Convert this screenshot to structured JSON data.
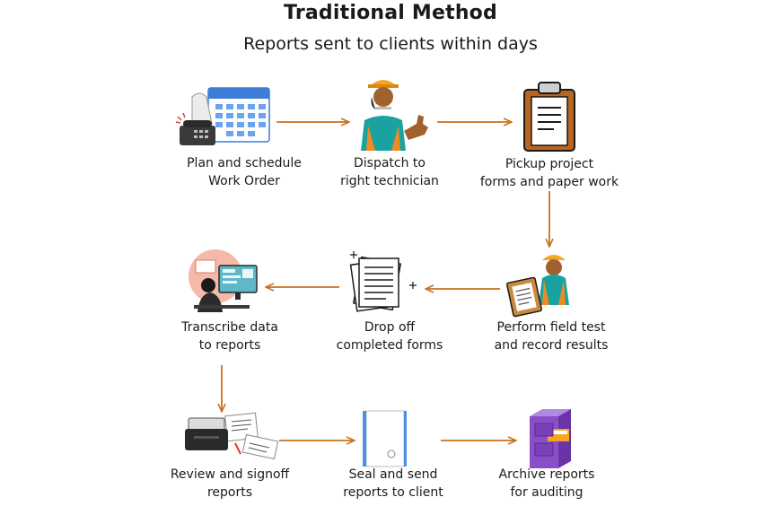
{
  "header": {
    "title": "Traditional Method",
    "subtitle": "Reports sent to clients within days"
  },
  "steps": [
    {
      "line1": "Plan and schedule",
      "line2": "Work Order",
      "icon": "calendar-phone-icon"
    },
    {
      "line1": "Dispatch to",
      "line2": "right technician",
      "icon": "technician-thumbs-up-icon"
    },
    {
      "line1": "Pickup project",
      "line2": "forms and paper work",
      "icon": "clipboard-icon"
    },
    {
      "line1": "Perform field test",
      "line2": "and record results",
      "icon": "technician-clipboard-icon"
    },
    {
      "line1": "Drop off",
      "line2": "completed forms",
      "icon": "paper-stack-icon"
    },
    {
      "line1": "Transcribe data",
      "line2": "to reports",
      "icon": "computer-worker-icon"
    },
    {
      "line1": "Review and signoff",
      "line2": "reports",
      "icon": "printer-icon"
    },
    {
      "line1": "Seal and send",
      "line2": "reports to client",
      "icon": "sealed-report-icon"
    },
    {
      "line1": "Archive reports",
      "line2": "for auditing",
      "icon": "filing-cabinet-icon"
    }
  ],
  "colors": {
    "arrow": "#c8701c",
    "hardhat": "#f5a623",
    "vest": "#f08a24",
    "skin": "#a0622d",
    "calendar": "#3b7dd8",
    "archive": "#8a4fc7"
  }
}
